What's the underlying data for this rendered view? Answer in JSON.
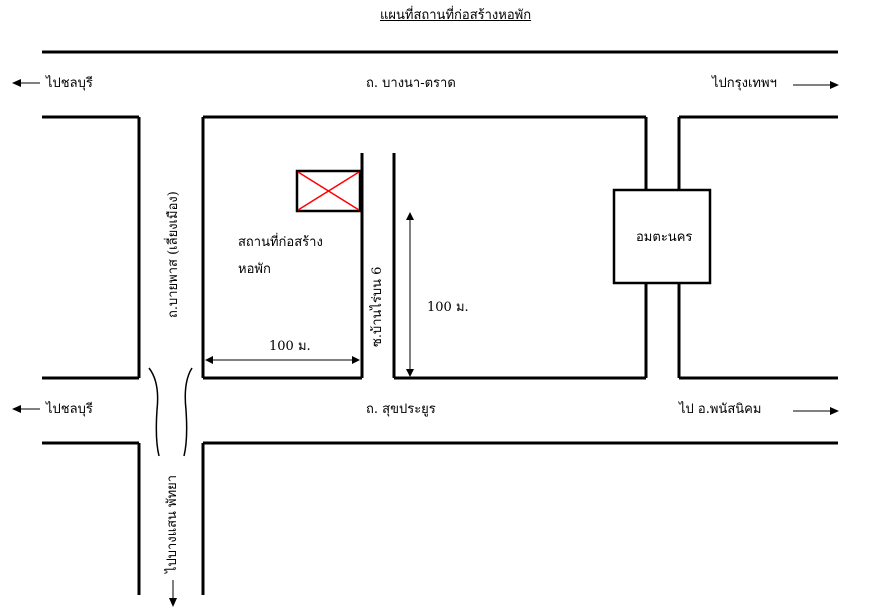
{
  "title": "แผนที่สถานที่ก่อสร้างหอพัก",
  "roads": {
    "top": "ถ. บางนา-ตราด",
    "bottom": "ถ. สุขประยูร",
    "left_vertical": "ถ.บายพาส (เลี่ยงเมือง)",
    "soi": "ซ.บ้านไร่บน 6"
  },
  "directions": {
    "top_left": "ไปชลบุรี",
    "top_right": "ไปกรุงเทพฯ",
    "bottom_left": "ไปชลบุรี",
    "bottom_right": "ไป อ.พนัสนิคม",
    "down": "ไปบางแสน พัทยา"
  },
  "site_label_line1": "สถานที่ก่อสร้าง",
  "site_label_line2": "หอพัก",
  "landmark": "อมตะนคร",
  "distance_horizontal": "100 ม.",
  "distance_vertical": "100 ม.",
  "colors": {
    "line": "#000000",
    "site_marker": "#ff0000"
  }
}
